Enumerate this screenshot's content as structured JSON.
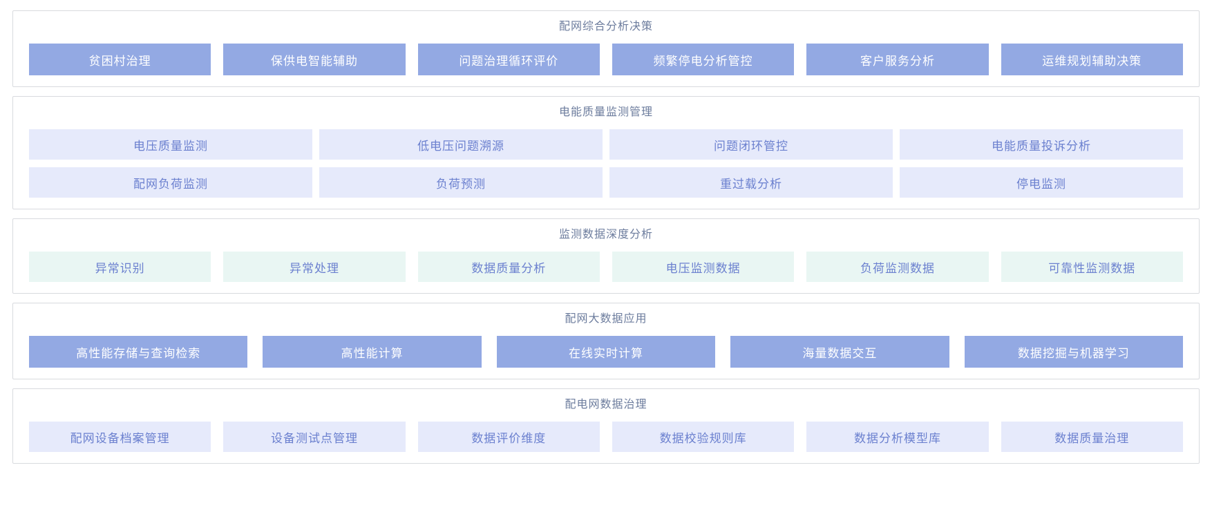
{
  "colors": {
    "panel_border": "#d8dade",
    "title_text": "#6c7c9d",
    "solid_button_bg": "#93a9e3",
    "solid_button_text": "#ffffff",
    "lavender_button_bg": "#e6eafb",
    "mint_button_bg": "#e9f6f3",
    "light_button_text": "#6b80cf"
  },
  "sections": [
    {
      "title": "配网综合分析决策",
      "style": "solid",
      "rows": [
        [
          "贫困村治理",
          "保供电智能辅助",
          "问题治理循环评价",
          "频繁停电分析管控",
          "客户服务分析",
          "运维规划辅助决策"
        ]
      ]
    },
    {
      "title": "电能质量监测管理",
      "style": "lavender",
      "rows": [
        [
          "电压质量监测",
          "低电压问题溯源",
          "问题闭环管控",
          "电能质量投诉分析"
        ],
        [
          "配网负荷监测",
          "负荷预测",
          "重过载分析",
          "停电监测"
        ]
      ]
    },
    {
      "title": "监测数据深度分析",
      "style": "mint",
      "rows": [
        [
          "异常识别",
          "异常处理",
          "数据质量分析",
          "电压监测数据",
          "负荷监测数据",
          "可靠性监测数据"
        ]
      ]
    },
    {
      "title": "配网大数据应用",
      "style": "solid",
      "rows": [
        [
          "高性能存储与查询检索",
          "高性能计算",
          "在线实时计算",
          "海量数据交互",
          "数据挖掘与机器学习"
        ]
      ]
    },
    {
      "title": "配电网数据治理",
      "style": "lavender",
      "rows": [
        [
          "配网设备档案管理",
          "设备测试点管理",
          "数据评价维度",
          "数据校验规则库",
          "数据分析模型库",
          "数据质量治理"
        ]
      ]
    }
  ]
}
